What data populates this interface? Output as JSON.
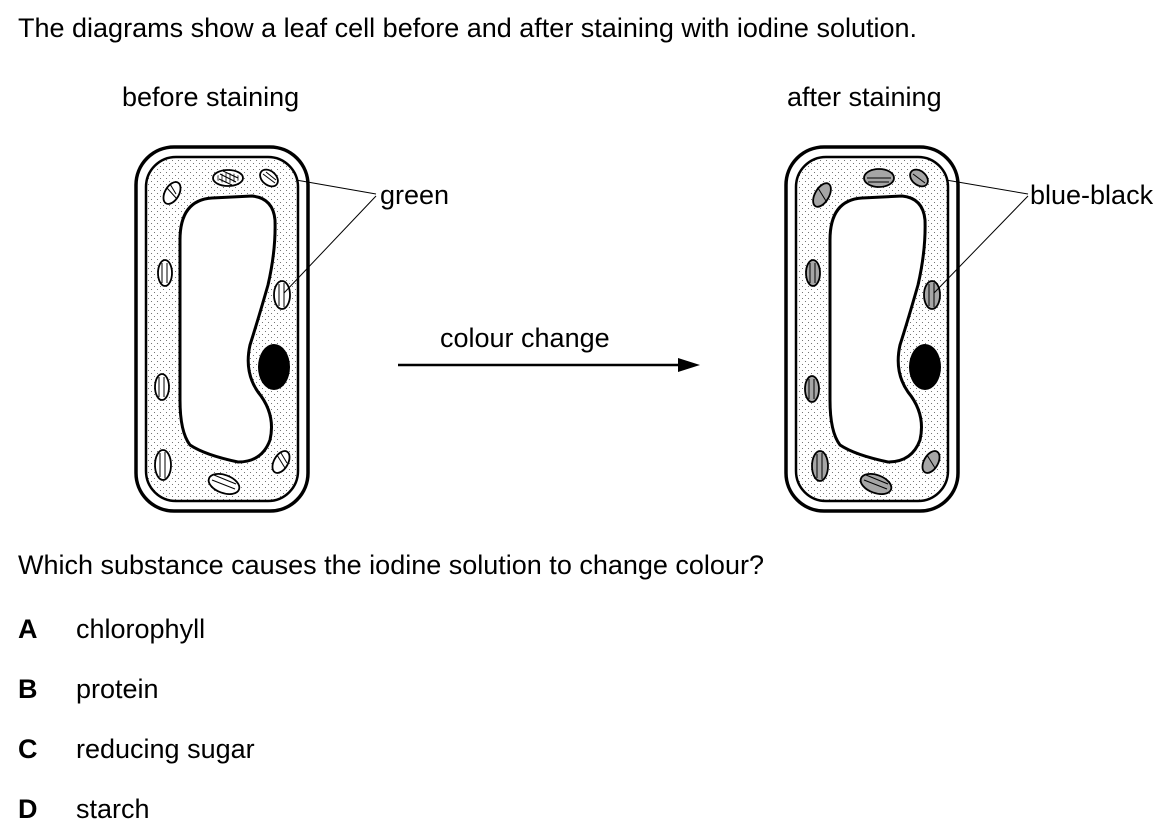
{
  "intro": "The diagrams show a leaf cell before and after staining with iodine solution.",
  "diagram": {
    "before_caption": "before staining",
    "after_caption": "after staining",
    "label_before": "green",
    "label_after": "blue-black",
    "arrow_label": "colour change"
  },
  "question": "Which substance causes the iodine solution to change colour?",
  "options": [
    {
      "letter": "A",
      "text": "chlorophyll"
    },
    {
      "letter": "B",
      "text": "protein"
    },
    {
      "letter": "C",
      "text": "reducing sugar"
    },
    {
      "letter": "D",
      "text": "starch"
    }
  ]
}
